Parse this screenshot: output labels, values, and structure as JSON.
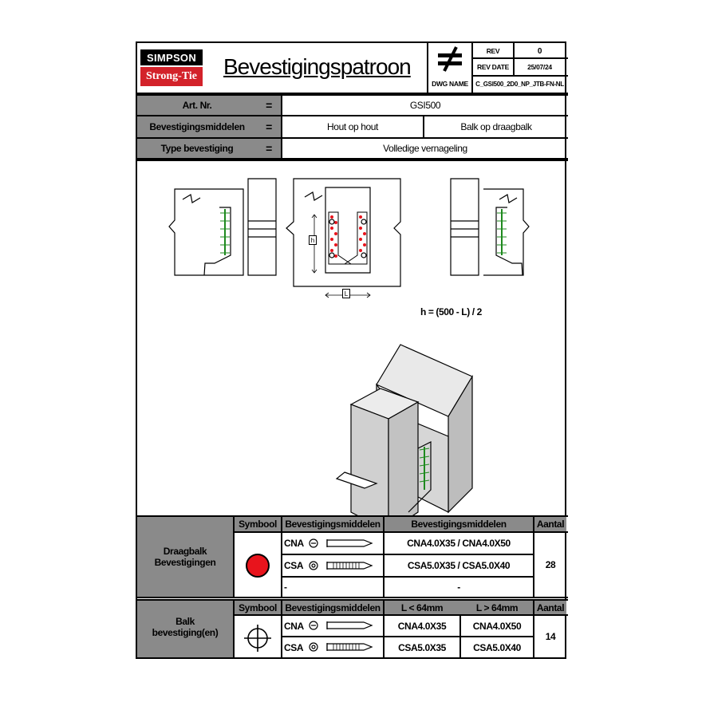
{
  "header": {
    "logo_top": "SIMPSON",
    "logo_bottom": "Strong-Tie",
    "title": "Bevestigingspatroon",
    "symbol": "≠",
    "rev_label": "REV",
    "rev_value": "0",
    "rev_date_label": "REV DATE",
    "rev_date_value": "25/07/24",
    "dwg_name_label": "DWG NAME",
    "dwg_name_value": "C_GSI500_2D0_NP_JTB-FN-NL"
  },
  "info": {
    "art_label": "Art. Nr.",
    "art_value": "GSI500",
    "middel_label": "Bevestigingsmiddelen",
    "middel_value_1": "Hout op hout",
    "middel_value_2": "Balk op draagbalk",
    "type_label": "Type bevestiging",
    "type_value": "Volledige vernageling",
    "equals": "="
  },
  "drawing": {
    "formula": "h = (500 - L) / 2",
    "dim_h": "h",
    "dim_l": "L"
  },
  "table1": {
    "group_label_1": "Draagbalk",
    "group_label_2": "Bevestigingen",
    "col_symbol": "Symbool",
    "col_middel": "Bevestigingsmiddelen",
    "col_middel2": "Bevestigingsmiddelen",
    "col_count": "Aantal",
    "rows": [
      {
        "type": "CNA",
        "value": "CNA4.0X35 / CNA4.0X50"
      },
      {
        "type": "CSA",
        "value": "CSA5.0X35 / CSA5.0X40"
      },
      {
        "type": "-",
        "value": "-"
      }
    ],
    "count": "28",
    "symbol_color": "#e8141c"
  },
  "table2": {
    "group_label_1": "Balk",
    "group_label_2": "bevestiging(en)",
    "col_symbol": "Symbool",
    "col_middel": "Bevestigingsmiddelen",
    "col_short": "L < 64mm",
    "col_long": "L > 64mm",
    "col_count": "Aantal",
    "rows": [
      {
        "type": "CNA",
        "short": "CNA4.0X35",
        "long": "CNA4.0X50"
      },
      {
        "type": "CSA",
        "short": "CSA5.0X35",
        "long": "CSA5.0X40"
      }
    ],
    "count": "14"
  }
}
